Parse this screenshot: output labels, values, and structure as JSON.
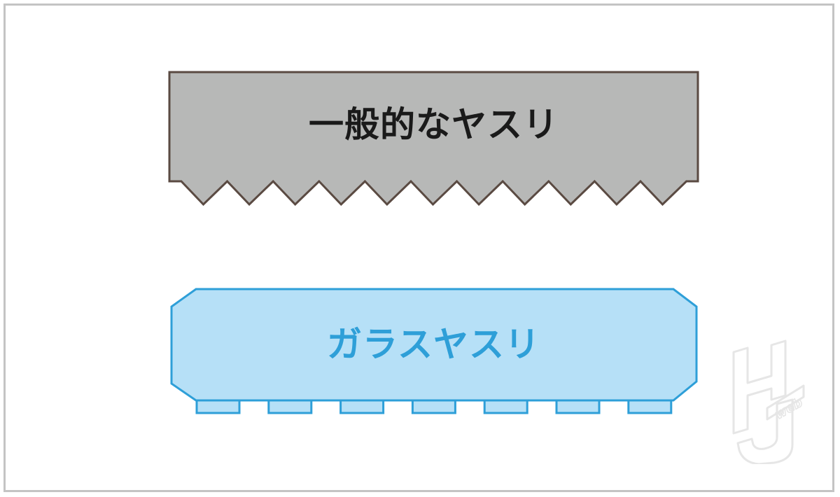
{
  "files": [
    {
      "id": "normal",
      "label": "一般的なヤスリ",
      "teeth_count": 11,
      "colors": {
        "fill": "#b7b8b7",
        "stroke": "#5a4a42",
        "text": "#1a1a1a"
      }
    },
    {
      "id": "glass",
      "label": "ガラスヤスリ",
      "teeth_count": 7,
      "colors": {
        "fill": "#b6e0f7",
        "stroke": "#2e9fd8",
        "text": "#2e9fd8"
      }
    }
  ],
  "logo": {
    "text": "HJ Web",
    "color": "#e6e6e6"
  },
  "colors": {
    "frame": "#c4c4c4",
    "background": "#ffffff"
  }
}
